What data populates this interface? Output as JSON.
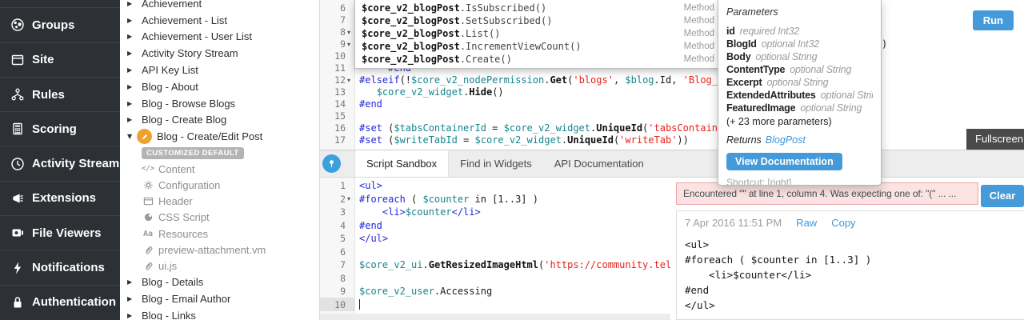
{
  "colors": {
    "accent_blue": "#459bd9",
    "sidebar_bg": "#2d3034",
    "keyword_blue": "#2428d8",
    "variable_teal": "#17858c",
    "string_red": "#e8221a",
    "error_bg": "#fbe3e3",
    "error_border": "#eba5a5",
    "pencil_orange": "#f0a230",
    "fullscreen_bg": "#4a4a4a"
  },
  "sidebar": {
    "items": [
      {
        "icon": "",
        "label": ""
      },
      {
        "icon": "groups",
        "label": "Groups"
      },
      {
        "icon": "site",
        "label": "Site"
      },
      {
        "icon": "rules",
        "label": "Rules"
      },
      {
        "icon": "scoring",
        "label": "Scoring"
      },
      {
        "icon": "activity-stream",
        "label": "Activity Stream"
      },
      {
        "icon": "extensions",
        "label": "Extensions"
      },
      {
        "icon": "file-viewers",
        "label": "File Viewers"
      },
      {
        "icon": "notifications",
        "label": "Notifications"
      },
      {
        "icon": "authentication",
        "label": "Authentication"
      }
    ]
  },
  "tree": {
    "rows": [
      {
        "type": "parent",
        "label": "Achievement"
      },
      {
        "type": "parent",
        "label": "Achievement - List"
      },
      {
        "type": "parent",
        "label": "Achievement - User List"
      },
      {
        "type": "parent",
        "label": "Activity Story Stream"
      },
      {
        "type": "parent",
        "label": "API Key List"
      },
      {
        "type": "parent",
        "label": "Blog - About"
      },
      {
        "type": "parent",
        "label": "Blog - Browse Blogs"
      },
      {
        "type": "parent",
        "label": "Blog - Create Blog"
      },
      {
        "type": "expanded",
        "label": "Blog - Create/Edit Post"
      },
      {
        "type": "badge",
        "label": "CUSTOMIZED DEFAULT"
      },
      {
        "type": "child",
        "icon": "code",
        "label": "Content"
      },
      {
        "type": "child",
        "icon": "gear",
        "label": "Configuration"
      },
      {
        "type": "child",
        "icon": "window",
        "label": "Header"
      },
      {
        "type": "child",
        "icon": "palette",
        "label": "CSS Script"
      },
      {
        "type": "child",
        "icon": "translate",
        "label": "Resources"
      },
      {
        "type": "child",
        "icon": "paperclip",
        "label": "preview-attachment.vm"
      },
      {
        "type": "child",
        "icon": "paperclip",
        "label": "ui.js"
      },
      {
        "type": "parent",
        "label": "Blog - Details"
      },
      {
        "type": "parent",
        "label": "Blog - Email Author"
      },
      {
        "type": "parent",
        "label": "Blog - Links"
      }
    ]
  },
  "editor": {
    "fragment": ")",
    "lines": [
      {
        "n": 6
      },
      {
        "n": 7
      },
      {
        "n": 8,
        "f": true
      },
      {
        "n": 9,
        "f": true
      },
      {
        "n": 10
      },
      {
        "n": 11,
        "t": [
          [
            "p",
            "     "
          ],
          [
            "k",
            "#end"
          ]
        ]
      },
      {
        "n": 12,
        "f": true,
        "t": [
          [
            "k",
            "#elseif"
          ],
          [
            "p",
            "(!"
          ],
          [
            "v",
            "$core_v2_nodePermission"
          ],
          [
            "p",
            "."
          ],
          [
            "m",
            "Get"
          ],
          [
            "p",
            "("
          ],
          [
            "s",
            "'blogs'"
          ],
          [
            "p",
            ", "
          ],
          [
            "v",
            "$blog"
          ],
          [
            "p",
            ".Id, "
          ],
          [
            "s",
            "'Blog_"
          ]
        ]
      },
      {
        "n": 13,
        "t": [
          [
            "p",
            "   "
          ],
          [
            "v",
            "$core_v2_widget"
          ],
          [
            "p",
            "."
          ],
          [
            "m",
            "Hide"
          ],
          [
            "p",
            "()"
          ]
        ]
      },
      {
        "n": 14,
        "t": [
          [
            "k",
            "#end"
          ]
        ]
      },
      {
        "n": 15
      },
      {
        "n": 16,
        "t": [
          [
            "k",
            "#set"
          ],
          [
            "p",
            " ("
          ],
          [
            "v",
            "$tabsContainerId"
          ],
          [
            "p",
            " = "
          ],
          [
            "v",
            "$core_v2_widget"
          ],
          [
            "p",
            "."
          ],
          [
            "m",
            "UniqueId"
          ],
          [
            "p",
            "("
          ],
          [
            "s",
            "'tabsContainer'"
          ],
          [
            "p",
            "))"
          ]
        ]
      },
      {
        "n": 17,
        "t": [
          [
            "k",
            "#set"
          ],
          [
            "p",
            " ("
          ],
          [
            "v",
            "$writeTabId"
          ],
          [
            "p",
            " = "
          ],
          [
            "v",
            "$core_v2_widget"
          ],
          [
            "p",
            "."
          ],
          [
            "m",
            "UniqueId"
          ],
          [
            "p",
            "("
          ],
          [
            "s",
            "'writeTab'"
          ],
          [
            "p",
            "))"
          ]
        ]
      }
    ]
  },
  "autocomplete": {
    "rows": [
      {
        "prefix": "$core_v2_blogPost",
        "method": ".IsSubscribed()",
        "kind": "Method"
      },
      {
        "prefix": "$core_v2_blogPost",
        "method": ".SetSubscribed()",
        "kind": "Method"
      },
      {
        "prefix": "$core_v2_blogPost",
        "method": ".List()",
        "kind": "Method"
      },
      {
        "prefix": "$core_v2_blogPost",
        "method": ".IncrementViewCount()",
        "kind": "Method"
      },
      {
        "prefix": "$core_v2_blogPost",
        "method": ".Create()",
        "kind": "Method"
      }
    ]
  },
  "tooltip": {
    "heading": "Parameters",
    "params": [
      {
        "name": "id",
        "meta": "required Int32"
      },
      {
        "name": "BlogId",
        "meta": "optional Int32"
      },
      {
        "name": "Body",
        "meta": "optional String"
      },
      {
        "name": "ContentType",
        "meta": "optional String"
      },
      {
        "name": "Excerpt",
        "meta": "optional String"
      },
      {
        "name": "ExtendedAttributes",
        "meta": "optional String"
      },
      {
        "name": "FeaturedImage",
        "meta": "optional String"
      }
    ],
    "more": "(+ 23 more parameters)",
    "returns_label": "Returns",
    "returns_type": "BlogPost",
    "button_label": "View Documentation",
    "shortcut": "Shortcut: [right]"
  },
  "fullscreen_label": "Fullscreen",
  "sandbox": {
    "tabs": [
      {
        "label": "Script Sandbox",
        "active": true
      },
      {
        "label": "Find in Widgets",
        "active": false
      },
      {
        "label": "API Documentation",
        "active": false
      }
    ],
    "run_label": "Run",
    "lines": [
      {
        "n": 1,
        "t": [
          [
            "t",
            "<ul>"
          ]
        ]
      },
      {
        "n": 2,
        "f": true,
        "t": [
          [
            "k",
            "#foreach"
          ],
          [
            "p",
            " ( "
          ],
          [
            "v",
            "$counter"
          ],
          [
            "p",
            " in [1..3] )"
          ]
        ]
      },
      {
        "n": 3,
        "t": [
          [
            "p",
            "    "
          ],
          [
            "t",
            "<li>"
          ],
          [
            "v",
            "$counter"
          ],
          [
            "t",
            "</li>"
          ]
        ]
      },
      {
        "n": 4,
        "t": [
          [
            "k",
            "#end"
          ]
        ]
      },
      {
        "n": 5,
        "t": [
          [
            "t",
            "</ul>"
          ]
        ]
      },
      {
        "n": 6
      },
      {
        "n": 7,
        "t": [
          [
            "v",
            "$core_v2_ui"
          ],
          [
            "p",
            "."
          ],
          [
            "m",
            "GetResizedImageHtml"
          ],
          [
            "p",
            "("
          ],
          [
            "s",
            "'https://community.tel"
          ]
        ]
      },
      {
        "n": 8
      },
      {
        "n": 9,
        "t": [
          [
            "v",
            "$core_v2_user"
          ],
          [
            "p",
            "."
          ],
          [
            "p",
            "Accessing"
          ]
        ]
      },
      {
        "n": 10
      }
    ]
  },
  "output": {
    "error_text": "Encountered \"\" at line 1, column 4. Was expecting one of: \"(\" ... ...",
    "clear_label": "Clear",
    "timestamp": "7 Apr 2016 11:51 PM",
    "raw_label": "Raw",
    "copy_label": "Copy",
    "lines": [
      "<ul>",
      "#foreach ( $counter in [1..3] )",
      "    <li>$counter</li>",
      "#end",
      "</ul>"
    ]
  }
}
